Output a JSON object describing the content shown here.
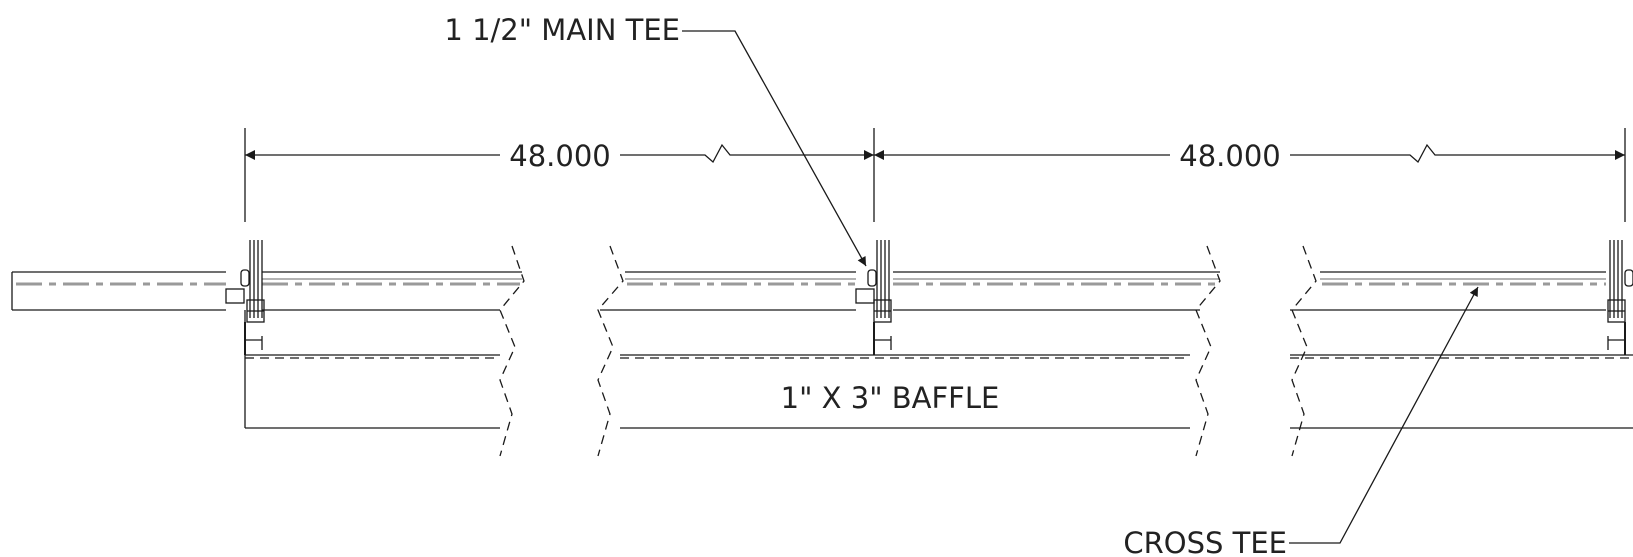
{
  "labels": {
    "main_tee": "1 1/2\" MAIN TEE",
    "cross_tee": "CROSS TEE",
    "baffle": "1\" X 3\" BAFFLE"
  },
  "dimensions": {
    "left": "48.000",
    "right": "48.000"
  }
}
